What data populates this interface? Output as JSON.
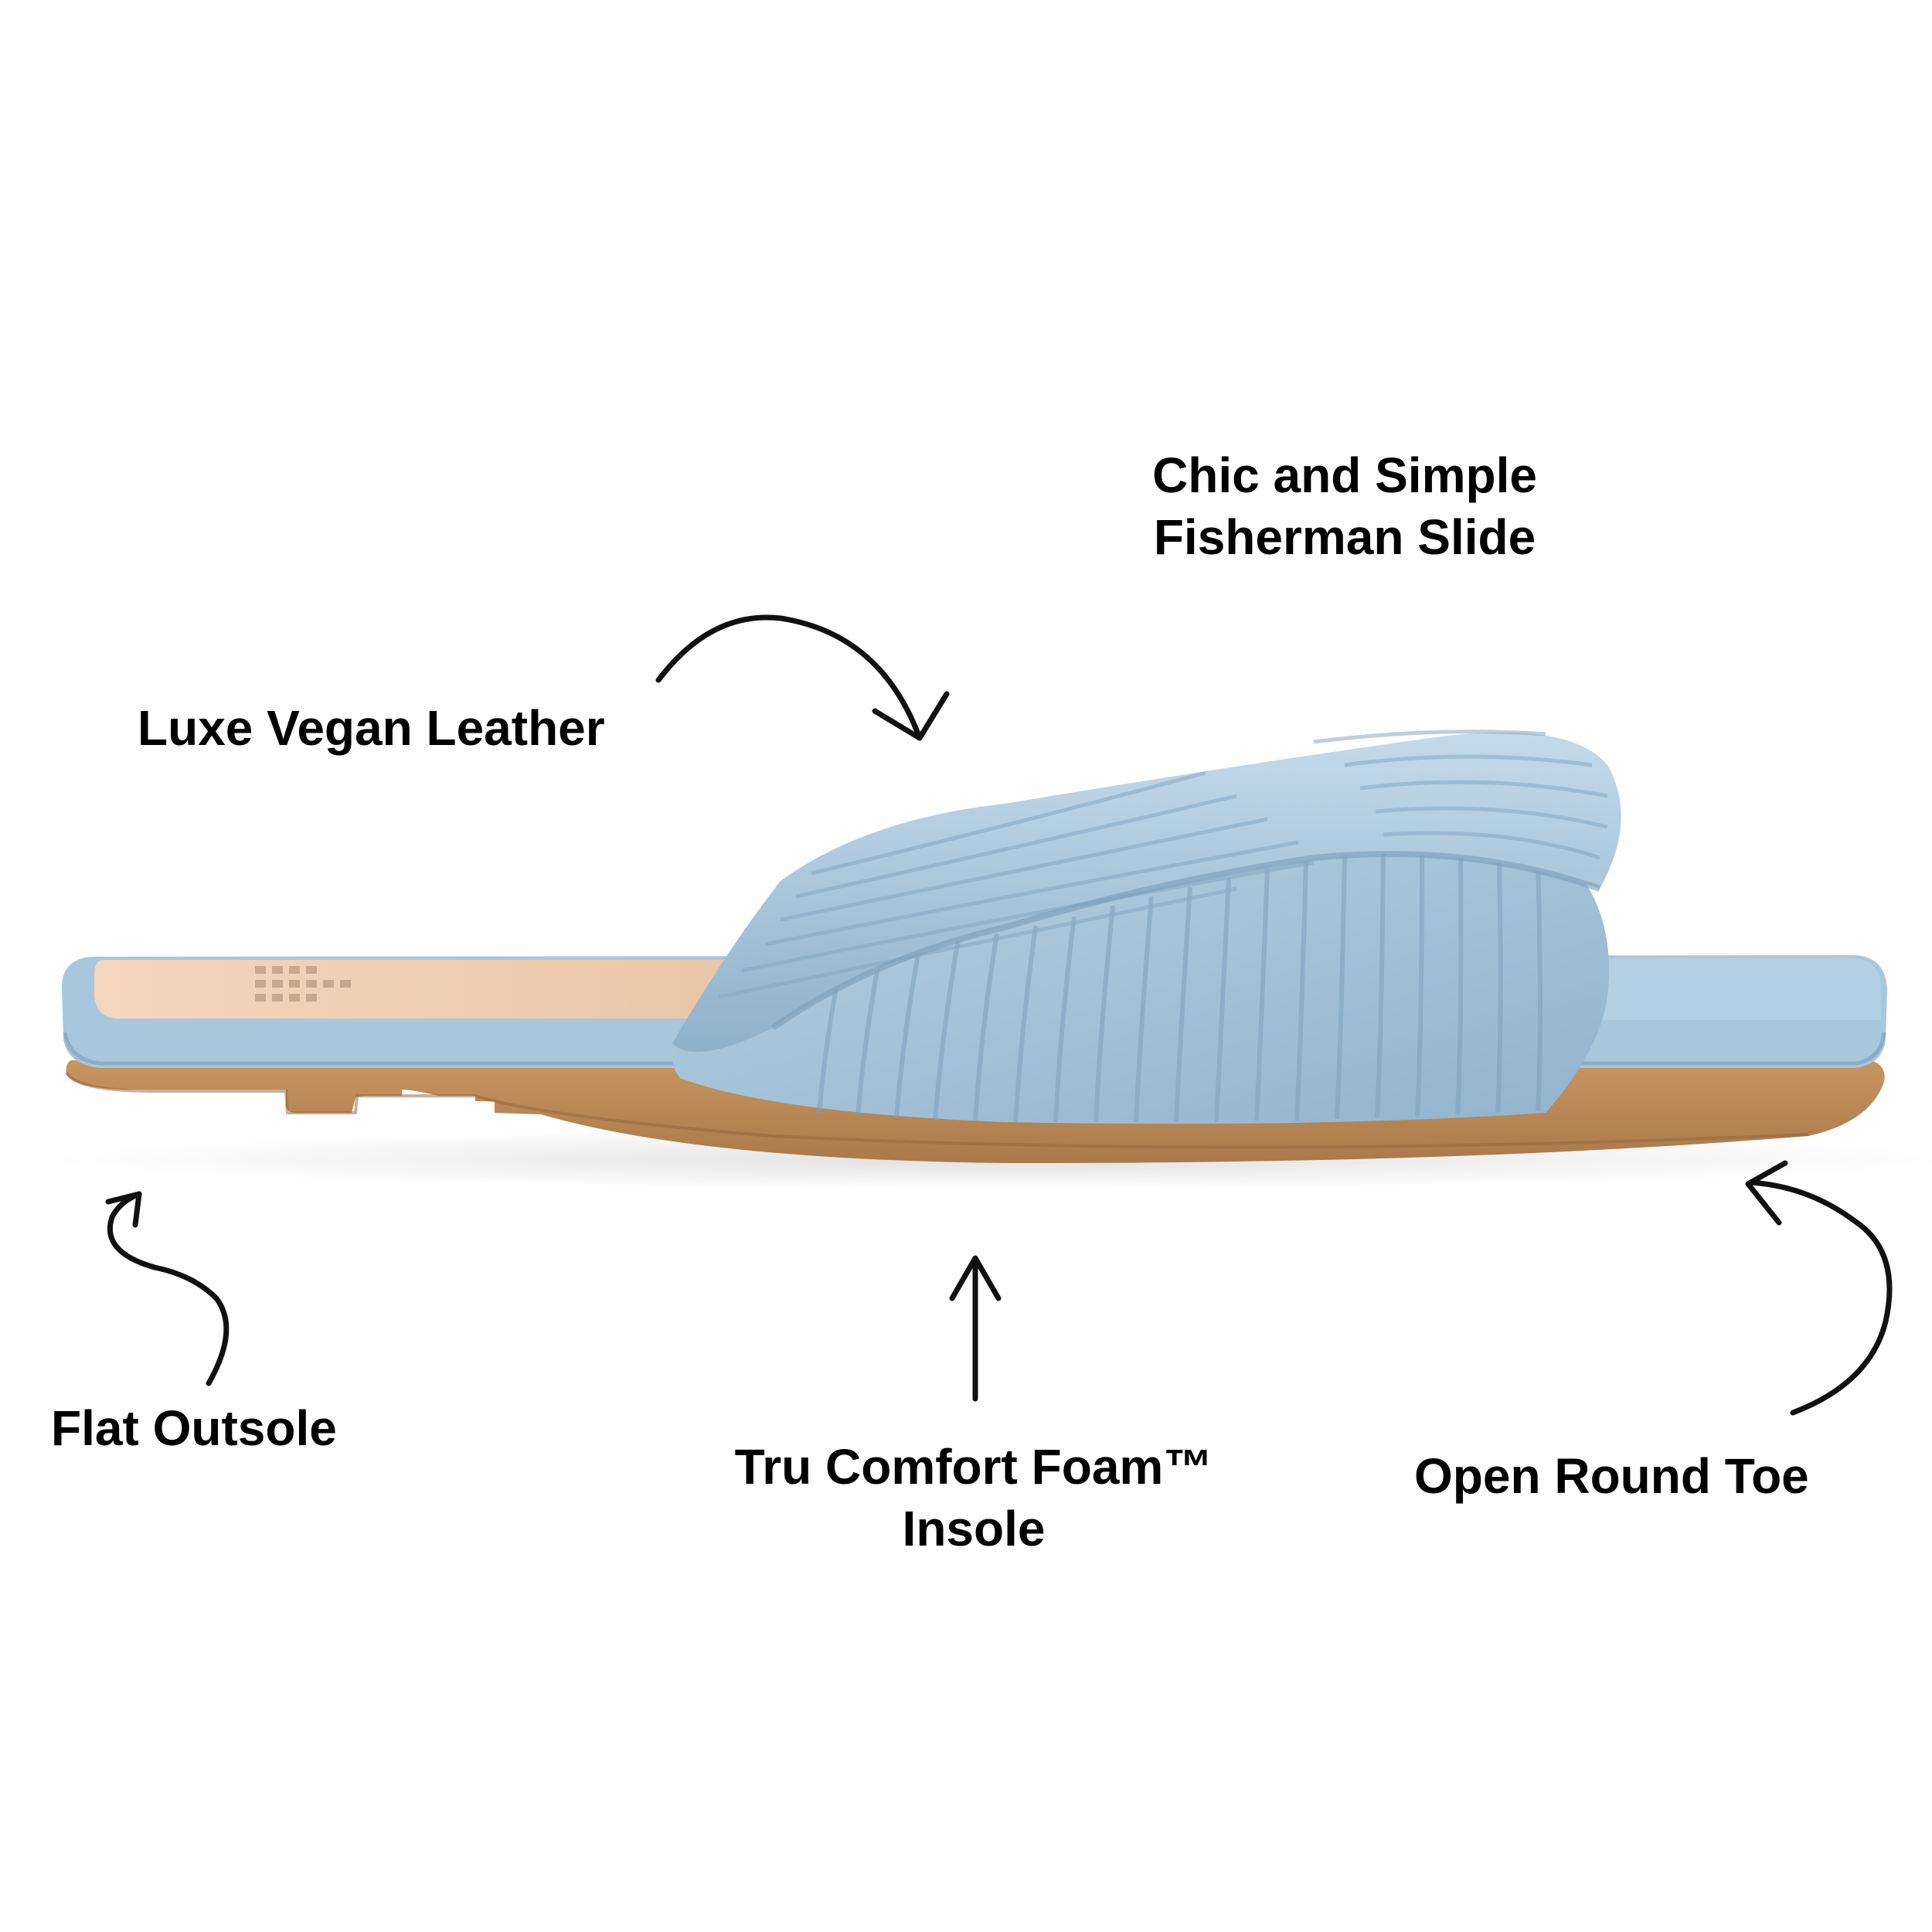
{
  "callouts": {
    "style_line1": "Chic and Simple",
    "style_line2": "Fisherman Slide",
    "material": "Luxe Vegan Leather",
    "outsole": "Flat Outsole",
    "insole_line1": "Tru Comfort Foam™",
    "insole_line2": "Insole",
    "toe": "Open Round Toe"
  },
  "colors": {
    "background": "#ffffff",
    "text": "#000000",
    "strap_blue": "#a9c7dc",
    "outsole_tan": "#b98953",
    "footbed_nude": "#f0cdb0"
  }
}
